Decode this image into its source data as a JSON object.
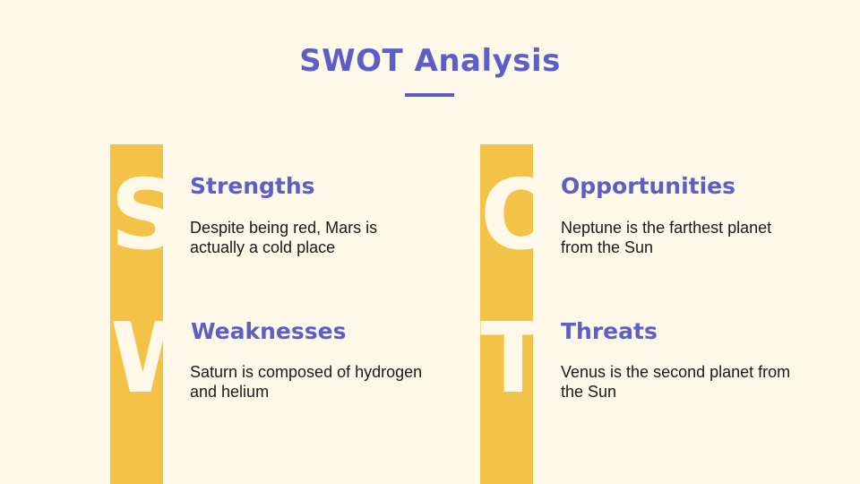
{
  "slide": {
    "title": "SWOT Analysis"
  },
  "colors": {
    "background": "#fdf8e8",
    "accent": "#5b5fc7",
    "bar": "#f2c347",
    "text": "#1a1a1a"
  },
  "quadrants": {
    "strengths": {
      "letter": "S",
      "heading": "Strengths",
      "text": "Despite being red, Mars is actually a cold place"
    },
    "weaknesses": {
      "letter": "W",
      "heading": "Weaknesses",
      "text": "Saturn is composed of hydrogen and helium"
    },
    "opportunities": {
      "letter": "O",
      "heading": "Opportunities",
      "text": "Neptune is the farthest planet from the Sun"
    },
    "threats": {
      "letter": "T",
      "heading": "Threats",
      "text": "Venus is the second planet from the Sun"
    }
  }
}
